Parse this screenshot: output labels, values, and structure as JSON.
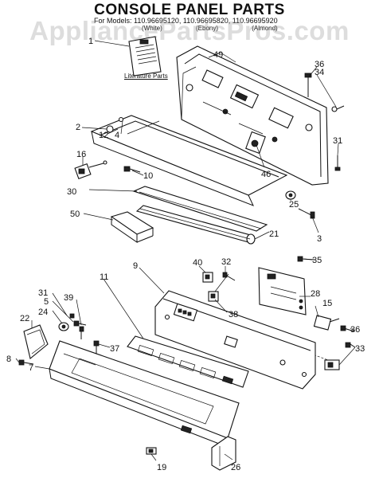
{
  "title": "CONSOLE PANEL PARTS",
  "models_line": "For Models: 110.96695120, 110.96695820, 110.96695920",
  "finishes": [
    "(White)",
    "(Ebony)",
    "(Almond)"
  ],
  "watermark": "AppliancePartsPros.com",
  "literature_label": "Literature Parts",
  "callouts": [
    "1",
    "2",
    "3",
    "4",
    "5",
    "7",
    "8",
    "9",
    "10",
    "11",
    "12",
    "15",
    "16",
    "19",
    "21",
    "22",
    "24",
    "25",
    "26",
    "28",
    "30",
    "31",
    "31",
    "32",
    "33",
    "34",
    "35",
    "36",
    "36",
    "37",
    "38",
    "39",
    "40",
    "46",
    "49",
    "50"
  ]
}
